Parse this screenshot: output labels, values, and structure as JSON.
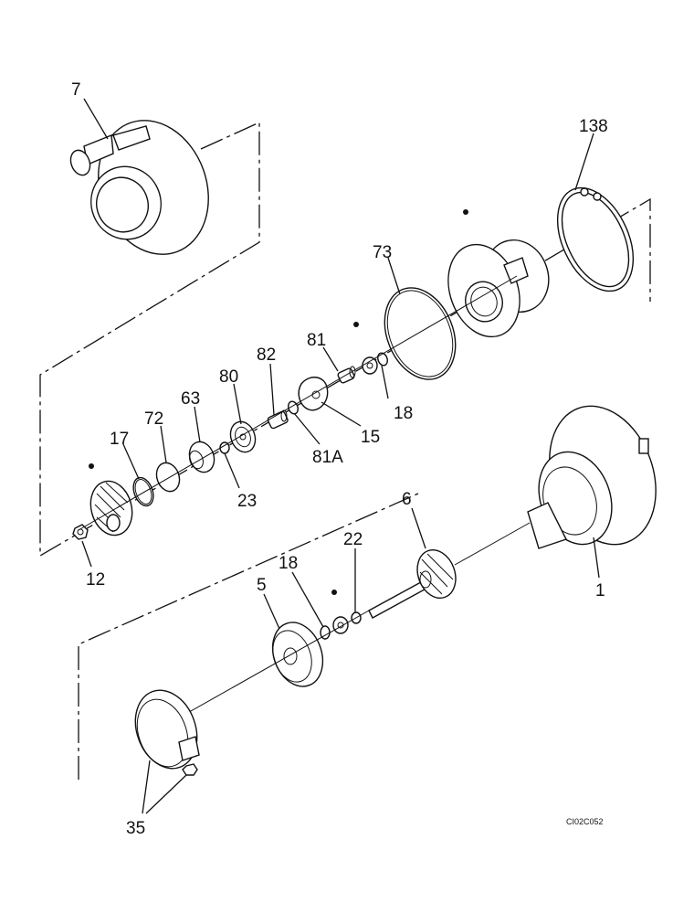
{
  "labels": {
    "p7": "7",
    "p138": "138",
    "p73": "73",
    "p81": "81",
    "p82": "82",
    "p80": "80",
    "p63": "63",
    "p72": "72",
    "p17": "17",
    "p18a": "18",
    "p15": "15",
    "p81a": "81A",
    "p23": "23",
    "p12": "12",
    "p6": "6",
    "p22": "22",
    "p18b": "18",
    "p5": "5",
    "p1": "1",
    "p35": "35"
  },
  "drawing_code": "CI02C052"
}
